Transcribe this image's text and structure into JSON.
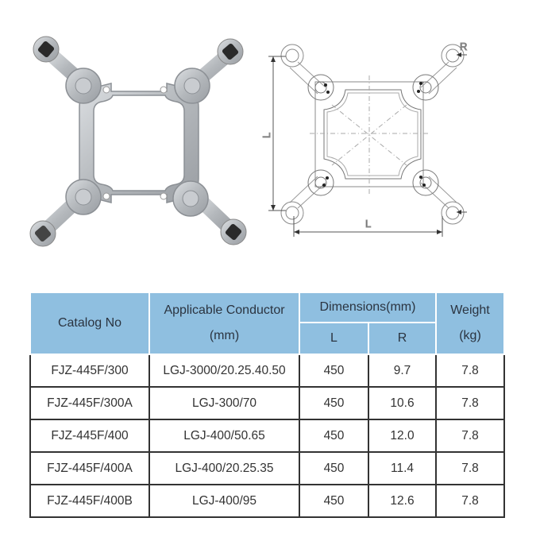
{
  "figures": {
    "photo": {
      "alt": "Four-bundle spacer damper product photo"
    },
    "drawing": {
      "alt": "Four-bundle spacer technical drawing",
      "dimension_labels": {
        "width": "L",
        "height": "L",
        "radius": "R"
      }
    }
  },
  "table": {
    "headers": {
      "catalog": "Catalog No",
      "conductor_line1": "Applicable Conductor",
      "conductor_line2": "(mm)",
      "dimensions": "Dimensions(mm)",
      "dim_l": "L",
      "dim_r": "R",
      "weight_line1": "Weight",
      "weight_line2": "(kg)"
    },
    "rows": [
      {
        "catalog": "FJZ-445F/300",
        "conductor": "LGJ-3000/20.25.40.50",
        "l": "450",
        "r": "9.7",
        "weight": "7.8"
      },
      {
        "catalog": "FJZ-445F/300A",
        "conductor": "LGJ-300/70",
        "l": "450",
        "r": "10.6",
        "weight": "7.8"
      },
      {
        "catalog": "FJZ-445F/400",
        "conductor": "LGJ-400/50.65",
        "l": "450",
        "r": "12.0",
        "weight": "7.8"
      },
      {
        "catalog": "FJZ-445F/400A",
        "conductor": "LGJ-400/20.25.35",
        "l": "450",
        "r": "11.4",
        "weight": "7.8"
      },
      {
        "catalog": "FJZ-445F/400B",
        "conductor": "LGJ-400/95",
        "l": "450",
        "r": "12.6",
        "weight": "7.8"
      }
    ]
  }
}
